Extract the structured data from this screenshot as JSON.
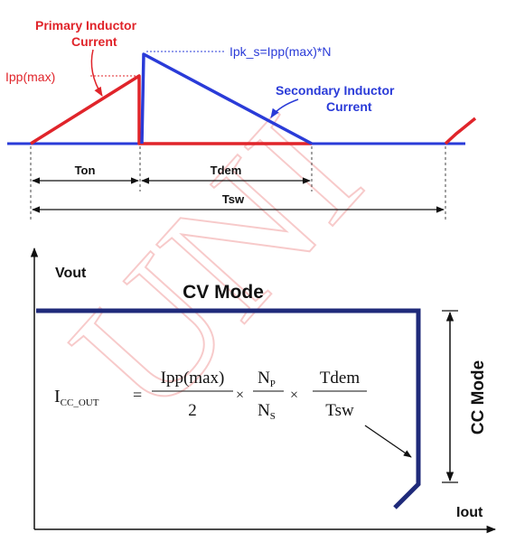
{
  "colors": {
    "primary": "#e0242a",
    "secondary": "#2a3bd8",
    "plot": "#1f2a7a",
    "axis": "#111111",
    "watermark": "#f2a0a0"
  },
  "waveform": {
    "primary_label_line1": "Primary Inductor",
    "primary_label_line2": "Current",
    "ipp_label": "Ipp(max)",
    "ipk_label": "Ipk_s=Ipp(max)*N",
    "secondary_label_line1": "Secondary Inductor",
    "secondary_label_line2": "Current",
    "ton_label": "Ton",
    "tdem_label": "Tdem",
    "tsw_label": "Tsw"
  },
  "ccv": {
    "y_axis_label": "Vout",
    "x_axis_label": "Iout",
    "cv_mode_label": "CV Mode",
    "cc_mode_label": "CC Mode"
  },
  "formula": {
    "lhs_main": "I",
    "lhs_sub": "CC_OUT",
    "equals": "=",
    "num1": "Ipp(max)",
    "den1": "2",
    "times": "×",
    "n_main": "N",
    "np_sub": "P",
    "ns_sub": "S",
    "num3": "Tdem",
    "den3": "Tsw"
  },
  "watermark": {
    "text": "UNI"
  }
}
